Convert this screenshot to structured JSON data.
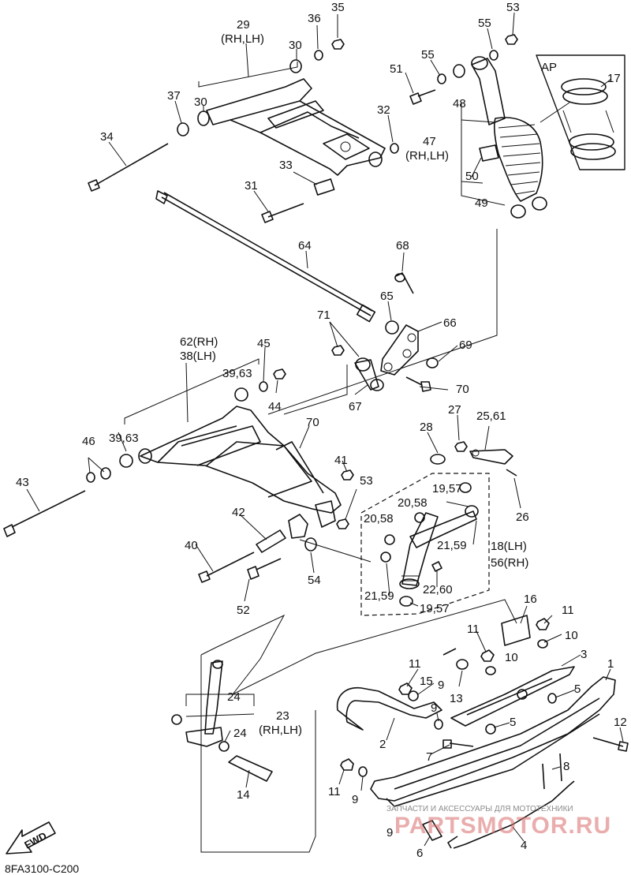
{
  "diagram": {
    "figure_code": "8FA3100-C200",
    "fwd_label": "FWD",
    "inset_label": "AP",
    "watermark": {
      "line1": "ЗАПЧАСТИ И АКСЕССУАРЫ ДЛЯ МОТОТЕХНИКИ",
      "line2": "PARTSMOTOR.RU"
    },
    "callouts": [
      {
        "id": "c1",
        "text": "1"
      },
      {
        "id": "c2",
        "text": "2"
      },
      {
        "id": "c3",
        "text": "3"
      },
      {
        "id": "c4",
        "text": "4"
      },
      {
        "id": "c5a",
        "text": "5"
      },
      {
        "id": "c5b",
        "text": "5"
      },
      {
        "id": "c6",
        "text": "6"
      },
      {
        "id": "c7",
        "text": "7"
      },
      {
        "id": "c8",
        "text": "8"
      },
      {
        "id": "c9a",
        "text": "9"
      },
      {
        "id": "c9b",
        "text": "9"
      },
      {
        "id": "c9c",
        "text": "9"
      },
      {
        "id": "c9d",
        "text": "9"
      },
      {
        "id": "c10a",
        "text": "10"
      },
      {
        "id": "c10b",
        "text": "10"
      },
      {
        "id": "c11a",
        "text": "11"
      },
      {
        "id": "c11b",
        "text": "11"
      },
      {
        "id": "c11c",
        "text": "11"
      },
      {
        "id": "c11d",
        "text": "11"
      },
      {
        "id": "c12",
        "text": "12"
      },
      {
        "id": "c13",
        "text": "13"
      },
      {
        "id": "c14",
        "text": "14"
      },
      {
        "id": "c15",
        "text": "15"
      },
      {
        "id": "c16",
        "text": "16"
      },
      {
        "id": "c17",
        "text": "17"
      },
      {
        "id": "c18",
        "text": "18(LH)"
      },
      {
        "id": "c56",
        "text": "56(RH)"
      },
      {
        "id": "c19a",
        "text": "19,57"
      },
      {
        "id": "c19b",
        "text": "19,57"
      },
      {
        "id": "c20a",
        "text": "20,58"
      },
      {
        "id": "c20b",
        "text": "20,58"
      },
      {
        "id": "c21a",
        "text": "21,59"
      },
      {
        "id": "c21b",
        "text": "21,59"
      },
      {
        "id": "c22",
        "text": "22,60"
      },
      {
        "id": "c23",
        "text": "23"
      },
      {
        "id": "c23s",
        "text": "(RH,LH)"
      },
      {
        "id": "c24a",
        "text": "24"
      },
      {
        "id": "c24b",
        "text": "24"
      },
      {
        "id": "c25",
        "text": "25,61"
      },
      {
        "id": "c26",
        "text": "26"
      },
      {
        "id": "c27",
        "text": "27"
      },
      {
        "id": "c28",
        "text": "28"
      },
      {
        "id": "c29",
        "text": "29"
      },
      {
        "id": "c29s",
        "text": "(RH,LH)"
      },
      {
        "id": "c30a",
        "text": "30"
      },
      {
        "id": "c30b",
        "text": "30"
      },
      {
        "id": "c31",
        "text": "31"
      },
      {
        "id": "c32",
        "text": "32"
      },
      {
        "id": "c33",
        "text": "33"
      },
      {
        "id": "c34",
        "text": "34"
      },
      {
        "id": "c35",
        "text": "35"
      },
      {
        "id": "c36",
        "text": "36"
      },
      {
        "id": "c37",
        "text": "37"
      },
      {
        "id": "c38",
        "text": "38(LH)"
      },
      {
        "id": "c62",
        "text": "62(RH)"
      },
      {
        "id": "c39a",
        "text": "39,63"
      },
      {
        "id": "c39b",
        "text": "39,63"
      },
      {
        "id": "c40",
        "text": "40"
      },
      {
        "id": "c41",
        "text": "41"
      },
      {
        "id": "c42",
        "text": "42"
      },
      {
        "id": "c43",
        "text": "43"
      },
      {
        "id": "c44",
        "text": "44"
      },
      {
        "id": "c45",
        "text": "45"
      },
      {
        "id": "c46",
        "text": "46"
      },
      {
        "id": "c47",
        "text": "47"
      },
      {
        "id": "c47s",
        "text": "(RH,LH)"
      },
      {
        "id": "c48",
        "text": "48"
      },
      {
        "id": "c49",
        "text": "49"
      },
      {
        "id": "c50",
        "text": "50"
      },
      {
        "id": "c51",
        "text": "51"
      },
      {
        "id": "c52",
        "text": "52"
      },
      {
        "id": "c53a",
        "text": "53"
      },
      {
        "id": "c53b",
        "text": "53"
      },
      {
        "id": "c54",
        "text": "54"
      },
      {
        "id": "c55a",
        "text": "55"
      },
      {
        "id": "c55b",
        "text": "55"
      },
      {
        "id": "c64",
        "text": "64"
      },
      {
        "id": "c65",
        "text": "65"
      },
      {
        "id": "c66",
        "text": "66"
      },
      {
        "id": "c67",
        "text": "67"
      },
      {
        "id": "c68",
        "text": "68"
      },
      {
        "id": "c69",
        "text": "69"
      },
      {
        "id": "c70a",
        "text": "70"
      },
      {
        "id": "c70b",
        "text": "70"
      },
      {
        "id": "c71",
        "text": "71"
      }
    ]
  }
}
